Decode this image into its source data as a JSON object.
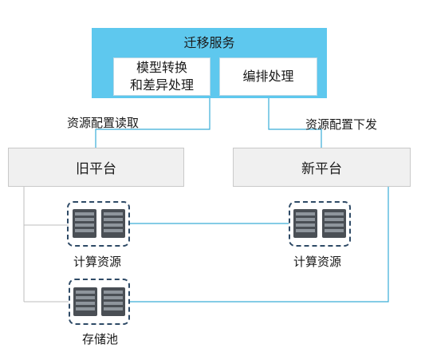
{
  "service": {
    "title": "迁移服务"
  },
  "modules": {
    "model_convert": [
      "模型转换",
      "和差异处理"
    ],
    "orchestration": "编排处理"
  },
  "flows": {
    "read": "资源配置读取",
    "deliver": "资源配置下发"
  },
  "platforms": {
    "old": "旧平台",
    "new": "新平台"
  },
  "resources": {
    "old_compute": "计算资源",
    "new_compute": "计算资源",
    "storage": "存储池"
  },
  "colors": {
    "service_fill": "#5ec8ee",
    "connector": "#3aaed8",
    "group_border": "#2e4a66",
    "platform_fill": "#f0f0f0"
  },
  "icons": [
    "server-icon"
  ]
}
